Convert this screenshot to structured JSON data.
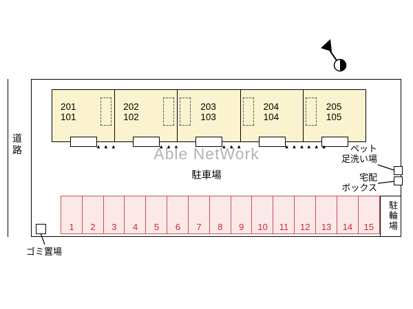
{
  "road_label": "道路",
  "building": {
    "units": [
      {
        "upper": "201",
        "lower": "101"
      },
      {
        "upper": "202",
        "lower": "102"
      },
      {
        "upper": "203",
        "lower": "103"
      },
      {
        "upper": "204",
        "lower": "104"
      },
      {
        "upper": "205",
        "lower": "105"
      }
    ],
    "entrance_marks": "▲▲▲"
  },
  "watermark": "Able NetWork",
  "labels": {
    "parking": "駐車場",
    "pet_wash": [
      "ペット",
      "足洗い場"
    ],
    "delivery_box": [
      "宅配",
      "ボックス"
    ],
    "bicycle_parking": "駐輪場",
    "garbage": "ゴミ置場"
  },
  "parking": {
    "spaces": [
      "1",
      "2",
      "3",
      "4",
      "5",
      "6",
      "7",
      "8",
      "9",
      "10",
      "11",
      "12",
      "13",
      "14",
      "15"
    ]
  },
  "icons": {
    "compass": "north-arrow"
  },
  "colors": {
    "building_fill": "#fbf3cf",
    "parking_fill": "#fbe9e9",
    "parking_border": "#c94f4f",
    "parking_number": "#cc2a2a",
    "watermark": "#b3b3b3",
    "line": "#000000"
  }
}
